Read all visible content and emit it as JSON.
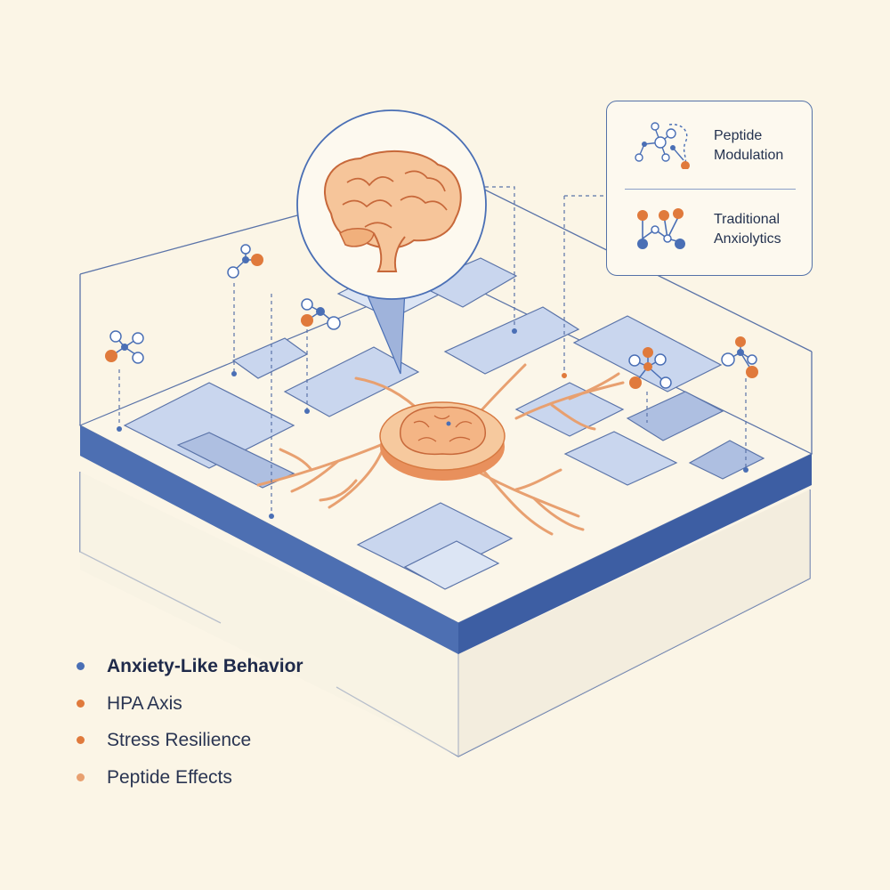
{
  "legend": {
    "items": [
      {
        "line1": "Peptide",
        "line2": "Modulation",
        "icon": "peptide-molecule-icon"
      },
      {
        "line1": "Traditional",
        "line2": "Anxiolytics",
        "icon": "anxiolytic-molecule-icon"
      }
    ]
  },
  "labels": [
    {
      "text": "Anxiety-Like Behavior",
      "color": "#4a6fb5"
    },
    {
      "text": "HPA Axis",
      "color": "#e07a3c"
    },
    {
      "text": "Stress Resilience",
      "color": "#e07a3c"
    },
    {
      "text": "Peptide Effects",
      "color": "#e8a070"
    }
  ],
  "colors": {
    "background": "#fbf5e6",
    "maze_blue": "#4a6fb5",
    "maze_blue_light": "#c9d6ee",
    "brain_orange": "#e8905c",
    "brain_fill": "#f4c59c",
    "molecule_orange": "#e07a3c"
  }
}
